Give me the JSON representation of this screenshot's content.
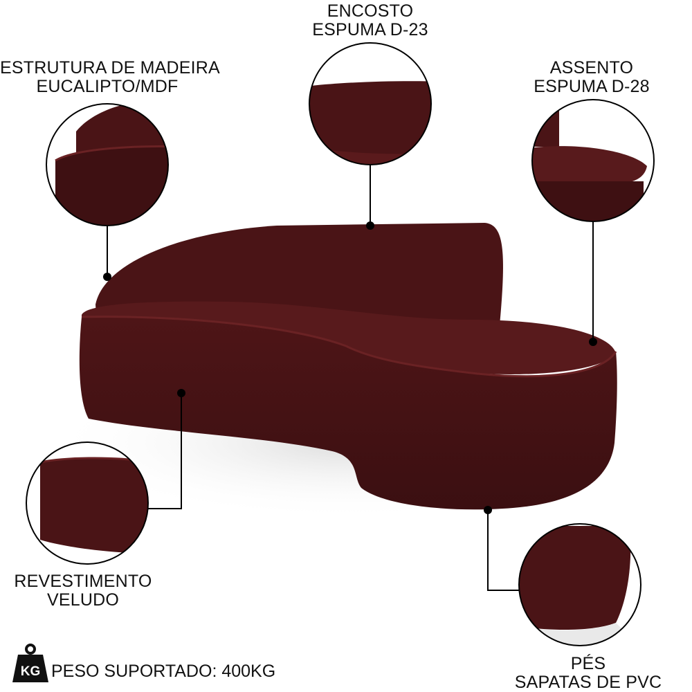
{
  "callouts": {
    "encosto": {
      "line1": "ENCOSTO",
      "line2": "ESPUMA D-23"
    },
    "estrutura": {
      "line1": "ESTRUTURA DE MADEIRA",
      "line2": "EUCALIPTO/MDF"
    },
    "assento": {
      "line1": "ASSENTO",
      "line2": "ESPUMA D-28"
    },
    "revestimento": {
      "line1": "REVESTIMENTO",
      "line2": "VELUDO"
    },
    "pes": {
      "line1": "PÉS",
      "line2": "SAPATAS DE PVC"
    }
  },
  "weight": {
    "badge_text": "KG",
    "label": "PESO SUPORTADO: 400KG",
    "icon": "weight-kg-icon"
  },
  "colors": {
    "upholstery": "#4a1416",
    "upholstery_dark": "#3a0f11",
    "upholstery_light": "#5a1a1c",
    "outline": "#000000"
  }
}
